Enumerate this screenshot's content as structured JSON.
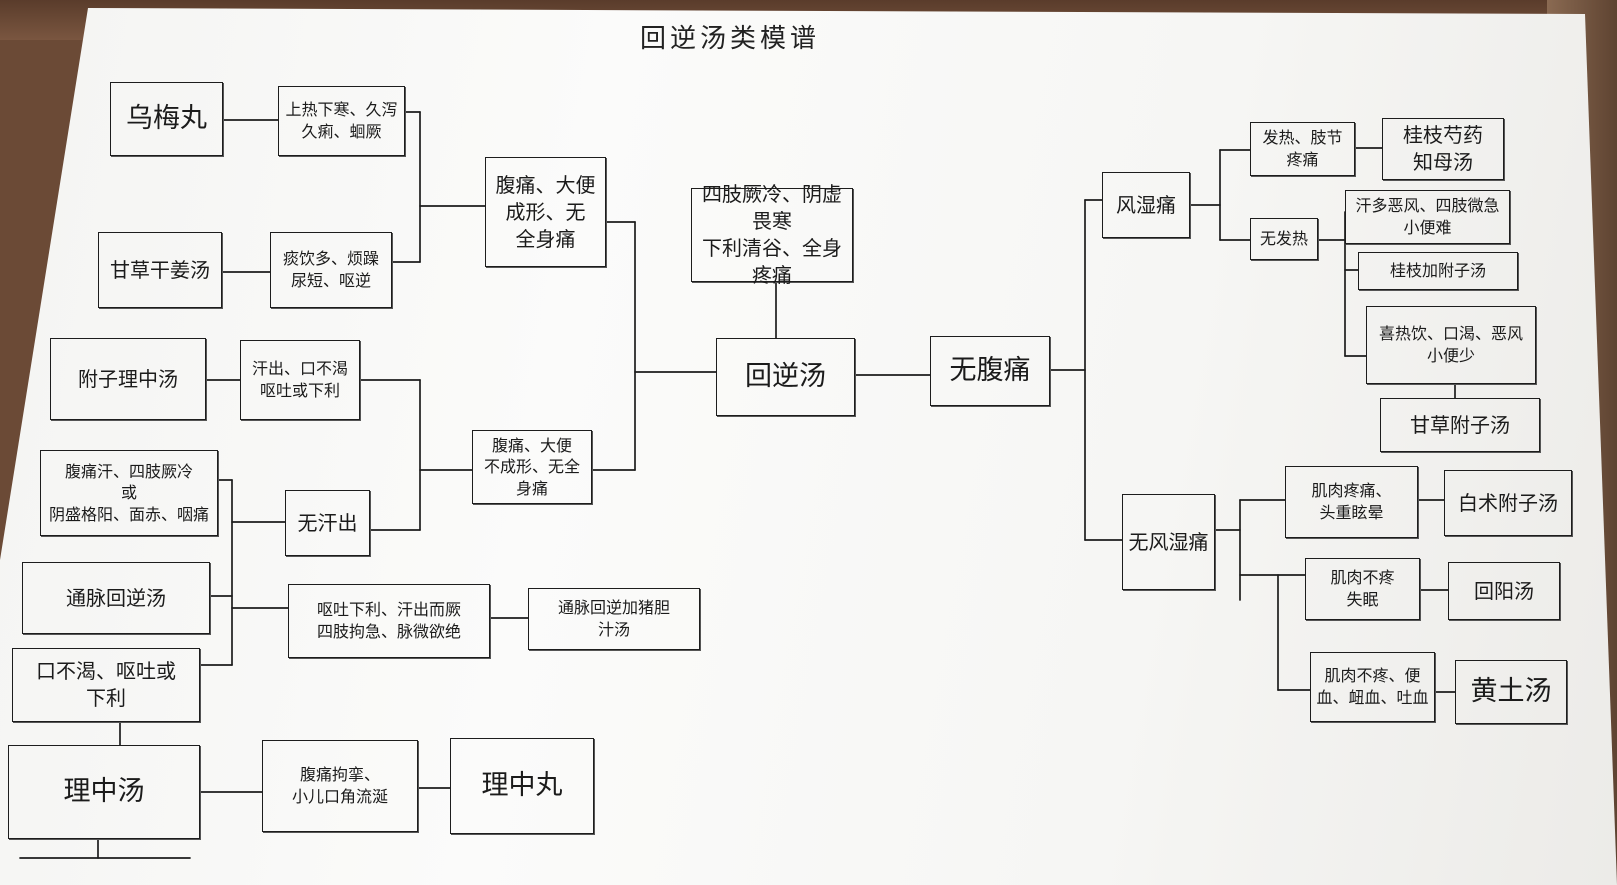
{
  "title": "回逆汤类模谱",
  "nodes": {
    "root": "回逆汤",
    "root_sym": "四肢厥冷、阴虚畏寒\n下利清谷、全身疼痛",
    "no_abd": "无腹痛",
    "fengshi": "风湿痛",
    "jishi_zq": "发热、肢节疼痛",
    "gzsy_zm": "桂枝芍药\n知母汤",
    "wu_re": "无发热",
    "handuo": "汗多恶风、四肢微急\n小便难",
    "gzfz": "桂枝加附子汤",
    "shure": "喜热饮、口渴、恶风\n小便少",
    "gcfz": "甘草附子汤",
    "wufengshi": "无风湿痛",
    "jrtt": "肌肉疼痛、\n头重眩晕",
    "bzfz": "白术附子汤",
    "jr_sm": "肌肉不疼\n失眠",
    "huiyang": "回阳汤",
    "jr_bx": "肌肉不疼、便\n血、衄血、吐血",
    "huangtu": "黄土汤",
    "fu_da": "腹痛、大便\n成形、无\n全身痛",
    "shangre": "上热下寒、久泻\n久痢、蛔厥",
    "wumei": "乌梅丸",
    "tuoye": "痰饮多、烦躁\n尿短、呕逆",
    "gcgj": "甘草干姜汤",
    "fu_bu": "腹痛、大便\n不成形、无全身痛",
    "hanchu": "汗出、口不渴\n呕吐或下利",
    "fzlz": "附子理中汤",
    "wuhan": "无汗出",
    "fuq": "腹痛汗、四肢厥冷\n或\n阴盛格阳、面赤、咽痛",
    "tmhn": "通脉回逆汤",
    "outu": "呕吐下利、汗出而厥\n四肢拘急、脉微欲绝",
    "tmzd": "通脉回逆加猪胆\n汁汤",
    "kbk": "口不渴、呕吐或\n下利",
    "lizh": "理中汤",
    "fuxx": "腹痛拘挛、\n小儿口角流涎",
    "lizw": "理中丸"
  }
}
